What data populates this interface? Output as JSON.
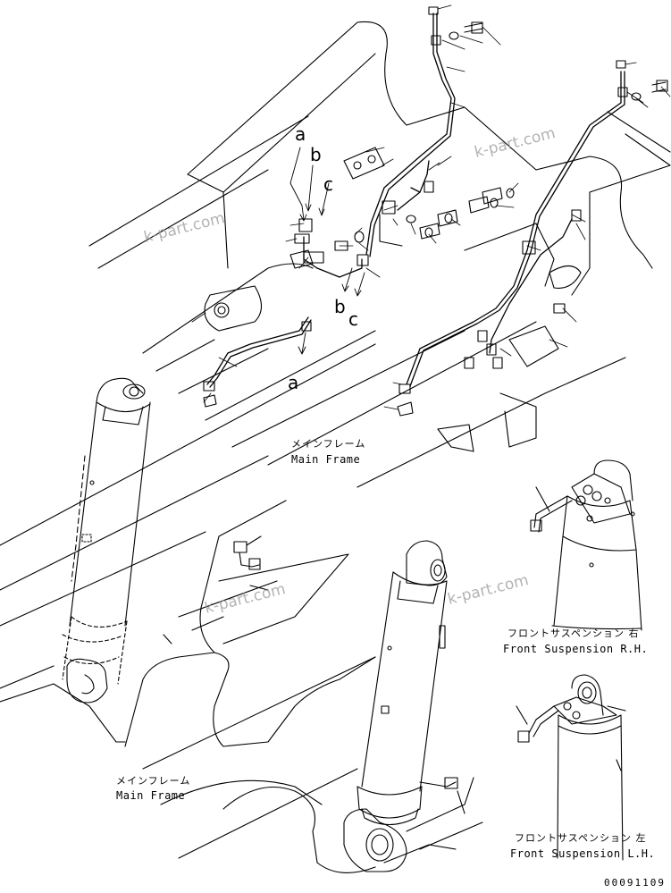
{
  "labels": {
    "main_frame_upper": {
      "jp": "メインフレーム",
      "en": "Main Frame"
    },
    "main_frame_lower": {
      "jp": "メインフレーム",
      "en": "Main Frame"
    },
    "front_susp_rh": {
      "jp": "フロントサスペンション 右",
      "en": "Front Suspension R.H."
    },
    "front_susp_lh": {
      "jp": "フロントサスペンション 左",
      "en": "Front Suspension L.H."
    }
  },
  "callouts": {
    "a_top": "a",
    "b_top": "b",
    "c_top": "c",
    "b_mid": "b",
    "c_mid": "c",
    "a_low": "a"
  },
  "watermarks": [
    "k-part.com",
    "k-part.com",
    "k-part.com",
    "k-part.com"
  ],
  "drawing_code": "00091109"
}
